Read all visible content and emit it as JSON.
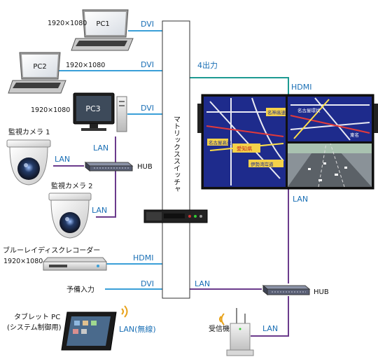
{
  "devices": {
    "pc1": {
      "label": "PC1",
      "resolution": "1920×1080"
    },
    "pc2": {
      "label": "PC2",
      "resolution": "1920×1080"
    },
    "pc3": {
      "label": "PC3",
      "resolution": "1920×1080"
    },
    "camera1": {
      "label": "監視カメラ 1"
    },
    "camera2": {
      "label": "監視カメラ 2"
    },
    "bluray": {
      "label": "ブルーレイディスクレコーダー",
      "resolution": "1920×1080"
    },
    "spare": {
      "label": "予備入力"
    },
    "tablet": {
      "label_line1": "タブレット PC",
      "label_line2": "(システム制御用)"
    },
    "receiver": {
      "label": "受信機"
    },
    "hub_top": {
      "label": "HUB"
    },
    "hub_bottom": {
      "label": "HUB"
    },
    "matrix_switch": {
      "label": "マトリックススイッチャ"
    }
  },
  "links": {
    "pc1": "DVI",
    "pc2": "DVI",
    "pc3": "DVI",
    "pc3_hub": "LAN",
    "cam1_hub": "LAN",
    "cam2_hub": "LAN",
    "bluray": "HDMI",
    "spare": "DVI",
    "switch_hub": "LAN",
    "outputs": "4出力",
    "display": "HDMI",
    "display_hub": "LAN",
    "receiver_hub": "LAN",
    "tablet_wireless": "LAN(無線)"
  },
  "display_map": {
    "labels": [
      "名古屋高速",
      "名神高速",
      "愛知県",
      "伊勢湾岸道",
      "名古屋環状",
      "東名"
    ]
  },
  "colors": {
    "dvi_line": "#3a9fd8",
    "lan_line": "#6b3b8c",
    "hdmi_line": "#1d9a92",
    "label_blue": "#1a6fb5"
  }
}
